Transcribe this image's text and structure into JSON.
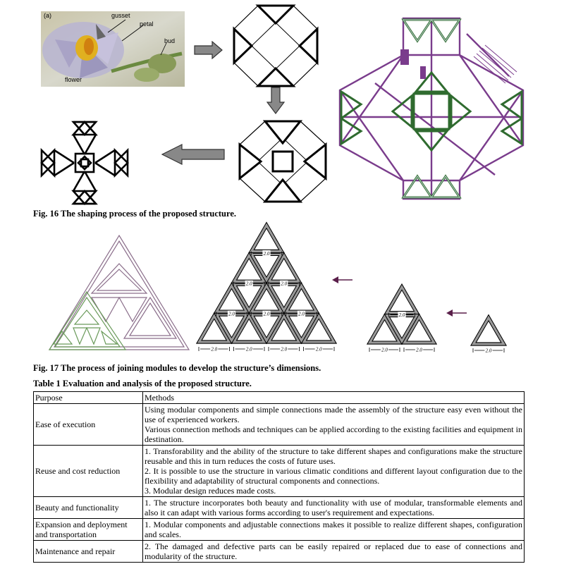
{
  "fig16": {
    "photo_labels": {
      "panel": "(a)",
      "gusset": "gusset",
      "petal": "petal",
      "bud": "bud",
      "flower": "flower"
    },
    "caption": "Fig. 16   The shaping process of the proposed structure."
  },
  "fig17": {
    "dimension_label": "2.0",
    "caption": "Fig. 17   The process of joining modules to develop the structure’s dimensions."
  },
  "table": {
    "caption": "Table 1   Evaluation and analysis of the proposed structure.",
    "headers": [
      "Purpose",
      "Methods"
    ],
    "rows": [
      {
        "purpose": "Ease of execution",
        "methods": [
          "Using modular components and simple connections made the assembly of the structure easy even without the use of experienced workers.",
          "Various connection methods and techniques can be applied according to the existing facilities and equipment in destination."
        ]
      },
      {
        "purpose": "Reuse and cost reduction",
        "methods": [
          "1. Transforability and the ability of the structure to take different shapes and configurations make the structure reusable and this in turn reduces the costs of future uses.",
          "2. It is possible to use the structure in various climatic conditions and different layout configuration due to the flexibility and adaptability of structural components and connections.",
          "3. Modular design reduces made costs."
        ]
      },
      {
        "purpose": "Beauty and functionality",
        "methods": [
          "1. The structure incorporates both beauty and functionality with use of modular, transformable elements and also it can adapt with various forms according to user's requirement and expectations."
        ]
      },
      {
        "purpose": "Expansion and deployment and transportation",
        "methods": [
          "1. Modular components and adjustable connections makes it possible to realize different shapes, configuration and scales."
        ]
      },
      {
        "purpose": "Maintenance and repair",
        "methods": [
          "2. The damaged and defective parts can be easily repaired or replaced due to ease of connections and modularity of the structure."
        ]
      }
    ]
  }
}
